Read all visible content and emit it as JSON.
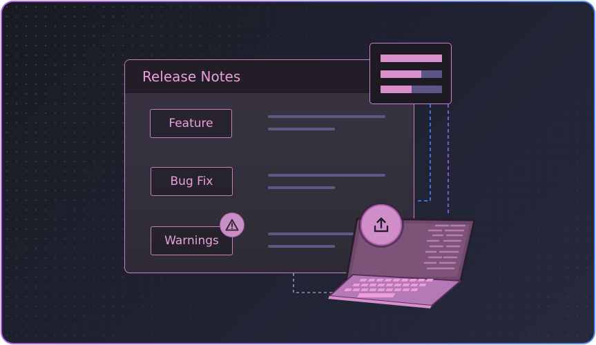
{
  "panel": {
    "title": "Release Notes",
    "items": [
      {
        "label": "Feature"
      },
      {
        "label": "Bug Fix"
      },
      {
        "label": "Warnings"
      }
    ]
  },
  "progress": [
    1.0,
    0.66,
    0.5
  ],
  "icons": {
    "warning": "warning-triangle-icon",
    "upload": "upload-icon",
    "device": "laptop-icon"
  },
  "colors": {
    "accent": "#e7a0d8",
    "bar_track": "#5d5488",
    "border_gradient_start": "#b65ee8",
    "border_gradient_end": "#4a8df0"
  }
}
